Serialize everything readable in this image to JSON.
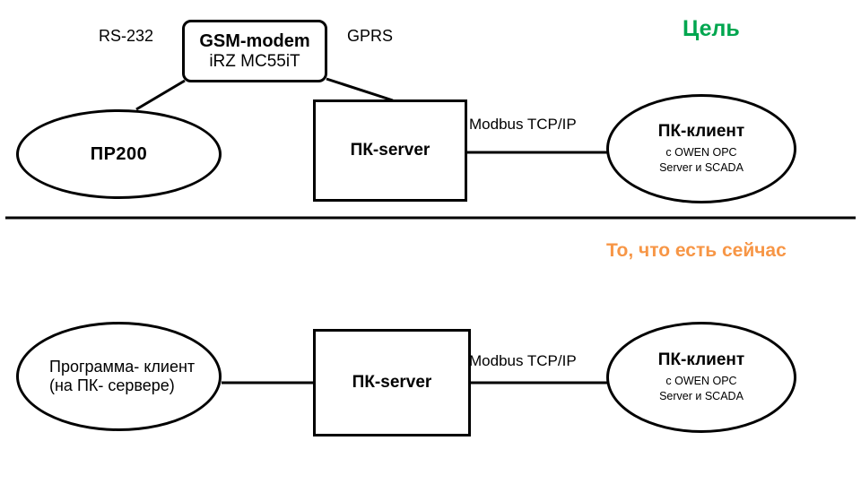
{
  "diagram": {
    "title_goal": "Цель",
    "title_now": "То, что есть сейчас",
    "colors": {
      "goal": "#00a64f",
      "now": "#f79646",
      "stroke": "#000000",
      "background": "#ffffff"
    },
    "top_row": {
      "pr200": "ПР200",
      "gsm_modem_line1": "GSM-modem",
      "gsm_modem_line2": "iRZ MC55iT",
      "pk_server": "ПК-server",
      "pk_client_title": "ПК-клиент",
      "pk_client_sub_line1": "с   OWEN OPC",
      "pk_client_sub_line2": "Server  и   SCADA",
      "link_rs232": "RS-232",
      "link_gprs": "GPRS",
      "link_modbus": "Modbus TCP/IP"
    },
    "bottom_row": {
      "program_client_line1": "Программа-",
      "program_client_line2": "клиент (на ПК-",
      "program_client_line3": "сервере)",
      "pk_server": "ПК-server",
      "pk_client_title": "ПК-клиент",
      "pk_client_sub_line1": "с   OWEN OPC",
      "pk_client_sub_line2": "Server  и   SCADA",
      "link_modbus": "Modbus TCP/IP"
    }
  }
}
